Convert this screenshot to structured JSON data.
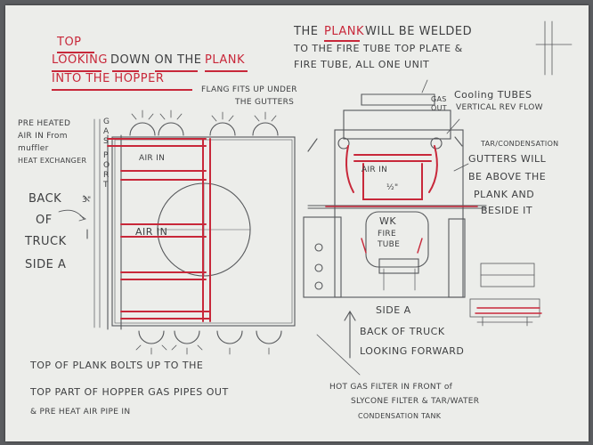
{
  "title": {
    "line1": "TOP",
    "line2a": "LOOKING",
    "line2b": "DOWN ON THE",
    "line2c": "PLANK",
    "line3": "INTO THE HOPPER"
  },
  "weld_note": {
    "line1a": "THE",
    "line1b": "PLANK",
    "line1c": "WILL BE WELDED",
    "line2": "TO THE FIRE TUBE TOP PLATE &",
    "line3": "FIRE TUBE, ALL ONE UNIT"
  },
  "flange_note": {
    "line1": "FLANG FITS UP UNDER",
    "line2": "THE GUTTERS"
  },
  "preheated_note": {
    "line1": "PRE HEATED",
    "line2": "AIR IN From",
    "line3": "muffler",
    "line4": "HEAT EXCHANGER"
  },
  "gas_port": [
    "G",
    "A",
    "S",
    "",
    "P",
    "O",
    "R",
    "T"
  ],
  "back_of_truck_side_a": [
    "BACK",
    "OF",
    "TRUCK",
    "SIDE A"
  ],
  "dimension_3in": "3\"",
  "air_in_top": "AIR IN",
  "air_in_lower": "AIR IN",
  "fire_tube_view": {
    "gas_out": [
      "GAS",
      "OUT"
    ],
    "air_in": "AIR IN",
    "half_inch": "½\"",
    "wk_label": [
      "WK",
      "FIRE",
      "TUBE"
    ]
  },
  "cooling_note": {
    "line1": "Cooling TUBES",
    "line2": "VERTICAL REV FLOW"
  },
  "gutters_note": {
    "line1": "TAR/CONDENSATION",
    "line2": "GUTTERS WILL",
    "line3": "BE ABOVE THE",
    "line4": "PLANK AND",
    "line5": "BESIDE IT"
  },
  "side_a_label": "SIDE A",
  "back_of_truck_forward": {
    "line1": "BACK OF TRUCK",
    "line2": "LOOKING FORWARD"
  },
  "bolts_note": {
    "line1": "TOP OF PLANK BOLTS UP TO THE",
    "line2": "TOP PART OF HOPPER GAS PIPES OUT",
    "line3": "& PRE HEAT AIR PIPE IN"
  },
  "filter_note": {
    "line1": "HOT GAS FILTER IN FRONT of",
    "line2": "SLYCONE FILTER & TAR/WATER",
    "line3": "CONDENSATION TANK"
  },
  "colors": {
    "paper": "#ecedea",
    "pencil": "#3f4042",
    "red_pencil": "#c8283a"
  }
}
